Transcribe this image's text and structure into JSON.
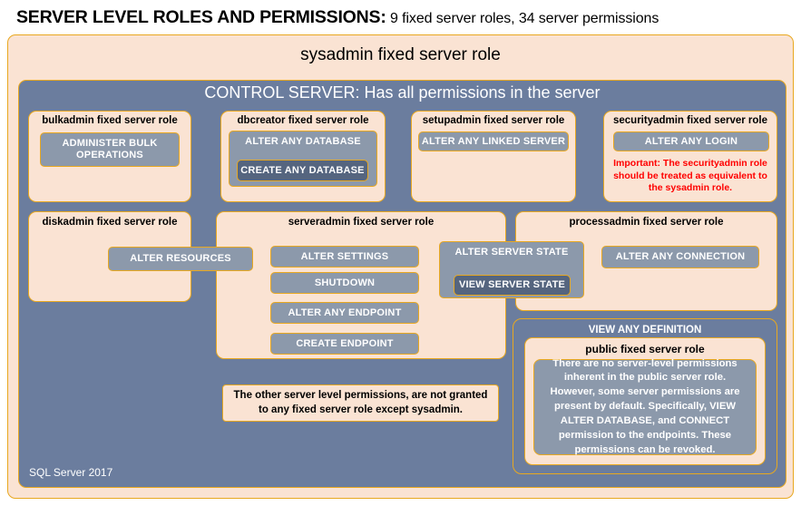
{
  "header": {
    "title_main": "SERVER LEVEL ROLES AND PERMISSIONS:",
    "title_sub": " 9 fixed server roles, 34 server permissions"
  },
  "diagram": {
    "sysadmin_label": "sysadmin fixed server role",
    "control_server_label": "CONTROL SERVER: Has all permissions in the server",
    "footer_label": "SQL Server 2017",
    "roles": {
      "bulkadmin": {
        "title": "bulkadmin fixed server role",
        "permission": "ADMINISTER  BULK OPERATIONS"
      },
      "dbcreator": {
        "title": "dbcreator fixed server role",
        "permission_outer": "ALTER ANY DATABASE",
        "permission_inner": "CREATE  ANY DATABASE"
      },
      "setupadmin": {
        "title": "setupadmin fixed server role",
        "permission": "ALTER ANY LINKED SERVER"
      },
      "securityadmin": {
        "title": "securityadmin fixed server role",
        "permission": "ALTER ANY LOGIN",
        "warning": "Important:  The securityadmin role should  be treated as equivalent to the  sysadmin role."
      },
      "diskadmin": {
        "title": "diskadmin fixed server role",
        "permission": "ALTER RESOURCES"
      },
      "serveradmin": {
        "title": "serveradmin fixed server role",
        "permissions": [
          "ALTER SETTINGS",
          "SHUTDOWN",
          "ALTER ANY ENDPOINT",
          "CREATE  ENDPOINT"
        ],
        "permission_state_outer": "ALTER SERVER STATE",
        "permission_state_inner": "VIEW SERVER STATE"
      },
      "processadmin": {
        "title": "processadmin fixed server role",
        "permission": "ALTER ANY CONNECTION"
      },
      "public": {
        "view_any_definition": "VIEW ANY DEFINITION",
        "title": "public  fixed server role",
        "description": "There are no server-level permissions inherent in the public server role. However, some server permissions are present by default. Specifically, VIEW ALTER DATABASE, and CONNECT permission to the endpoints. These permissions can be revoked."
      }
    },
    "other_permissions_note": "The other server level permissions,  are not granted to any fixed server role except sysadmin."
  },
  "colors": {
    "peach_fill": "#fae3d3",
    "gold_border": "#e8a820",
    "slate_panel": "#6b7d9e",
    "permission_fill": "#8c99ab",
    "permission_fill_dark": "#55657f",
    "warning_text": "#ff0000"
  }
}
